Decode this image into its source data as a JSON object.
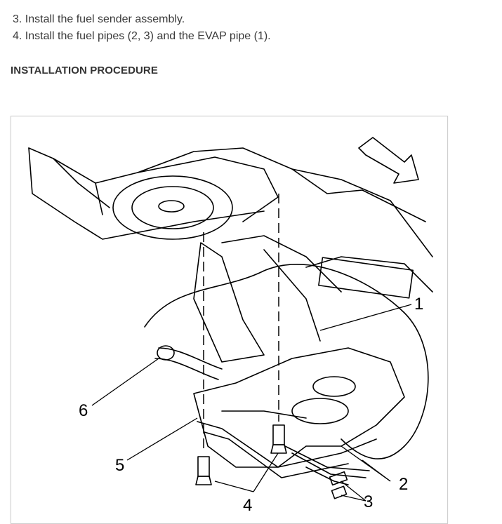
{
  "steps": [
    "3. Install the fuel sender assembly.",
    "4. Install the fuel pipes (2, 3) and the EVAP pipe (1)."
  ],
  "heading": "INSTALLATION PROCEDURE",
  "figure": {
    "callouts": [
      "1",
      "2",
      "3",
      "4",
      "5",
      "6"
    ]
  }
}
